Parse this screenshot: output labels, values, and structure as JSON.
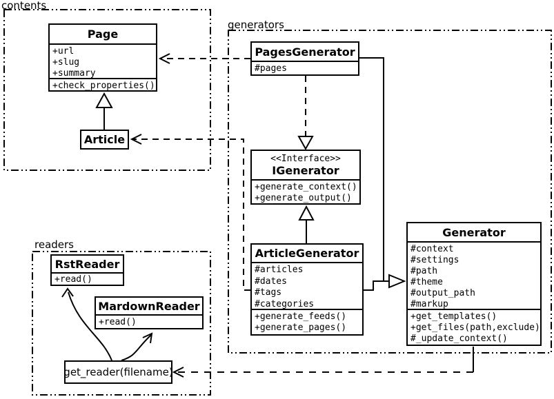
{
  "packages": {
    "contents": {
      "label": "contents"
    },
    "generators": {
      "label": "generators"
    },
    "readers": {
      "label": "readers"
    }
  },
  "classes": {
    "page": {
      "title": "Page",
      "attrs": [
        "+url",
        "+slug",
        "+summary"
      ],
      "methods": [
        "+check_properties()"
      ]
    },
    "article": {
      "title": "Article"
    },
    "pages_generator": {
      "title": "PagesGenerator",
      "attrs": [
        "#pages"
      ]
    },
    "igenerator": {
      "stereotype": "<<Interface>>",
      "title": "IGenerator",
      "methods": [
        "+generate_context()",
        "+generate_output()"
      ]
    },
    "article_generator": {
      "title": "ArticleGenerator",
      "attrs": [
        "#articles",
        "#dates",
        "#tags",
        "#categories"
      ],
      "methods": [
        "+generate_feeds()",
        "+generate_pages()"
      ]
    },
    "generator": {
      "title": "Generator",
      "attrs": [
        "#context",
        "#settings",
        "#path",
        "#theme",
        "#output_path",
        "#markup"
      ],
      "methods": [
        "+get_templates()",
        "+get_files(path,exclude)",
        "#_update_context()"
      ]
    },
    "rst_reader": {
      "title": "RstReader",
      "methods": [
        "+read()"
      ]
    },
    "mardown_reader": {
      "title": "MardownReader",
      "methods": [
        "+read()"
      ]
    },
    "get_reader": {
      "title": "get_reader(filename)"
    }
  },
  "colors": {
    "line": "#000000",
    "background": "#ffffff",
    "box_fill": "#ffffff"
  }
}
